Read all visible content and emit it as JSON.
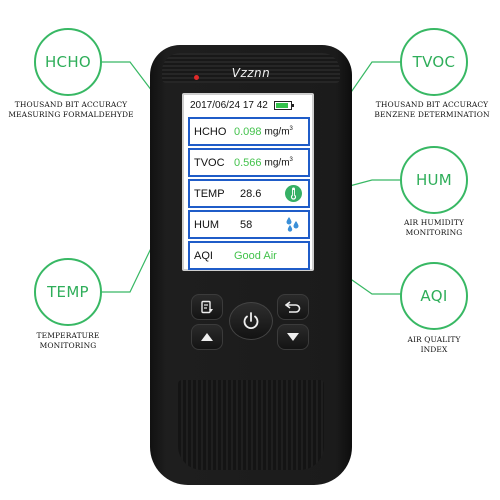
{
  "device": {
    "brand": "Vzznn",
    "screen": {
      "datetime": "2017/06/24 17 42",
      "battery_level": 0.85,
      "rows": {
        "hcho": {
          "label": "HCHO",
          "value": "0.098",
          "unit": "mg/m",
          "unit_sup": "3"
        },
        "tvoc": {
          "label": "TVOC",
          "value": "0.566",
          "unit": "mg/m",
          "unit_sup": "3"
        },
        "temp": {
          "label": "TEMP",
          "value": "28.6",
          "icon": "thermometer-icon"
        },
        "hum": {
          "label": "HUM",
          "value": "58",
          "icon": "water-drops-icon"
        },
        "aqi": {
          "label": "AQI",
          "value": "Good Air"
        }
      }
    },
    "buttons": [
      "record-icon",
      "back-icon",
      "up-arrow-icon",
      "power-icon",
      "down-arrow-icon"
    ]
  },
  "callouts": {
    "hcho": {
      "title": "HCHO",
      "caption_line1": "THOUSAND BIT ACCURACY",
      "caption_line2": "MEASURING FORMALDEHYDE"
    },
    "tvoc": {
      "title": "TVOC",
      "caption_line1": "THOUSAND BIT ACCURACY",
      "caption_line2": "BENZENE DETERMINATION"
    },
    "hum": {
      "title": "HUM",
      "caption_line1": "AIR HUMIDITY",
      "caption_line2": "MONITORING"
    },
    "temp": {
      "title": "TEMP",
      "caption_line1": "TEMPERATURE",
      "caption_line2": "MONITORING"
    },
    "aqi": {
      "title": "AQI",
      "caption_line1": "AIR QUALITY",
      "caption_line2": "INDEX"
    }
  },
  "colors": {
    "accent_green": "#38b864",
    "value_green": "#43c24c",
    "row_border_blue": "#1f5cc8",
    "device_body": "#1b1b1b",
    "power_led": "#e02a2a"
  }
}
